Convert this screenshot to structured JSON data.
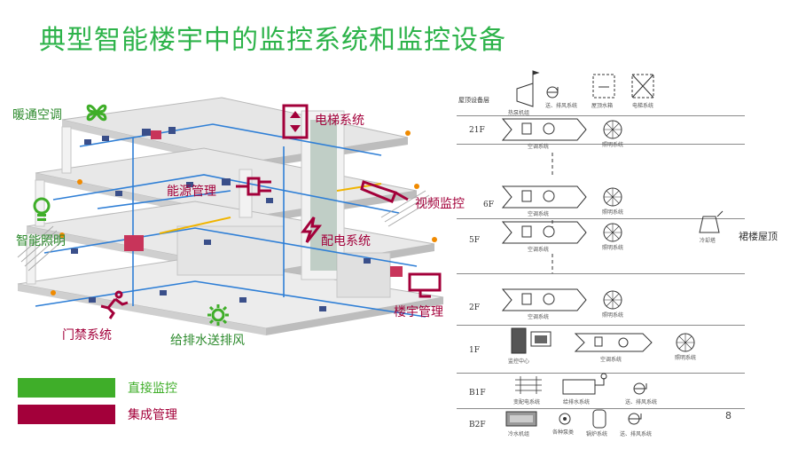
{
  "title": "典型智能楼宇中的监控系统和监控设备",
  "colors": {
    "direct": "#3fae29",
    "integrated": "#a3003a",
    "title": "#2db34a"
  },
  "building_labels": {
    "hvac": "暖通空调",
    "lighting": "智能照明",
    "energy": "能源管理",
    "elevator": "电梯系统",
    "video": "视频监控",
    "power": "配电系统",
    "access": "门禁系统",
    "water": "给排水送排风",
    "bms": "楼宇管理"
  },
  "legend": [
    {
      "label": "直接监控",
      "color": "#3fae29"
    },
    {
      "label": "集成管理",
      "color": "#a3003a"
    }
  ],
  "floors": {
    "roof": "屋顶设备层",
    "f21": "21F",
    "f6": "6F",
    "f5": "5F",
    "f2": "2F",
    "f1": "1F",
    "b1": "B1F",
    "b2": "B2F"
  },
  "captions": {
    "heat_pump": "热泵机组",
    "exhaust": "送、排风系统",
    "roof_tank": "屋顶水箱",
    "elevator": "电梯系统",
    "ac": "空调系统",
    "lighting": "照明系统",
    "cooling_tower": "冷却塔",
    "podium_roof": "裙楼屋顶",
    "control_center": "监控中心",
    "substation": "变配电系统",
    "water_supply": "给排水系统",
    "pumps": "各种泵类",
    "boiler": "锅炉系统",
    "chiller": "冷水机组"
  },
  "page_number": "8"
}
